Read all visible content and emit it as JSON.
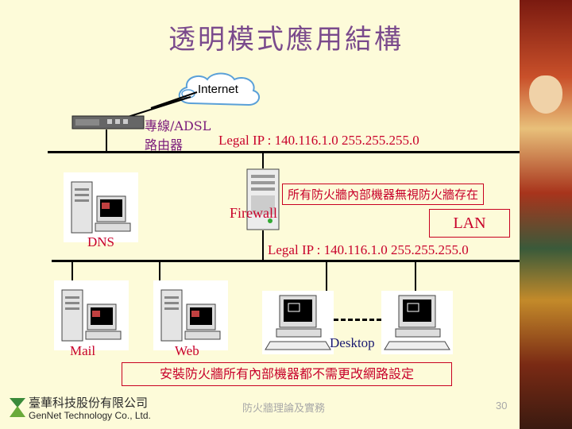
{
  "title": "透明模式應用結構",
  "internet_label": "Internet",
  "router_label_line1": "專線/ADSL",
  "router_label_line2": "路由器",
  "wan_ip": "Legal IP : 140.116.1.0  255.255.255.0",
  "firewall_note": "所有防火牆內部機器無視防火牆存在",
  "firewall_label": "Firewall",
  "lan_label": "LAN",
  "lan_ip": "Legal IP : 140.116.1.0  255.255.255.0",
  "dns_label": "DNS",
  "mail_label": "Mail",
  "web_label": "Web",
  "desktop_label": "Desktop",
  "bottom_note": "安裝防火牆所有內部機器都不需更改網路設定",
  "company_zh": "臺華科技股份有限公司",
  "company_en": "GenNet Technology Co., Ltd.",
  "footer_center": "防火牆理論及實務",
  "page_number": "30",
  "colors": {
    "background": "#fdfbd9",
    "title": "#7a4a8c",
    "accent_red": "#c8002a",
    "navy": "#1a1a70"
  }
}
